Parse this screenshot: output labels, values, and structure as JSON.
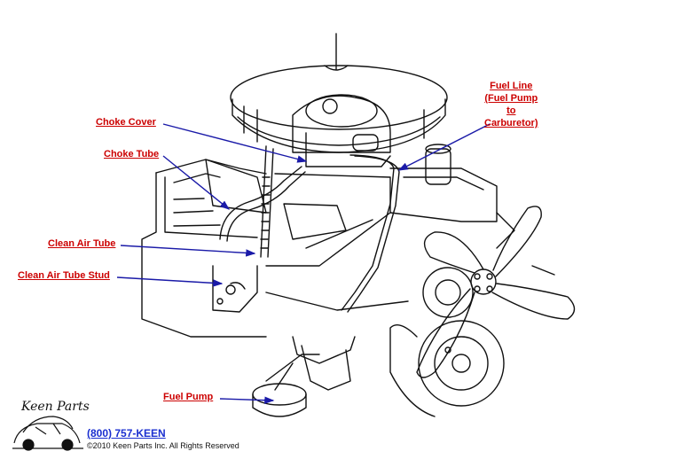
{
  "callouts": {
    "choke_cover": "Choke Cover",
    "choke_tube": "Choke Tube",
    "clean_air_tube": "Clean Air Tube",
    "clean_air_tube_stud": "Clean Air Tube Stud",
    "fuel_pump": "Fuel Pump",
    "fuel_line": [
      "Fuel Line",
      "(Fuel Pump",
      "to",
      "Carburetor)"
    ]
  },
  "colors": {
    "label": "#cc0000",
    "leader_line": "#1a1aa8",
    "phone": "#1a2fd0",
    "drawing": "#111111"
  },
  "footer": {
    "logo_text": "Keen Parts",
    "phone": "(800) 757-KEEN",
    "copyright": "©2010 Keen Parts Inc. All Rights Reserved"
  }
}
